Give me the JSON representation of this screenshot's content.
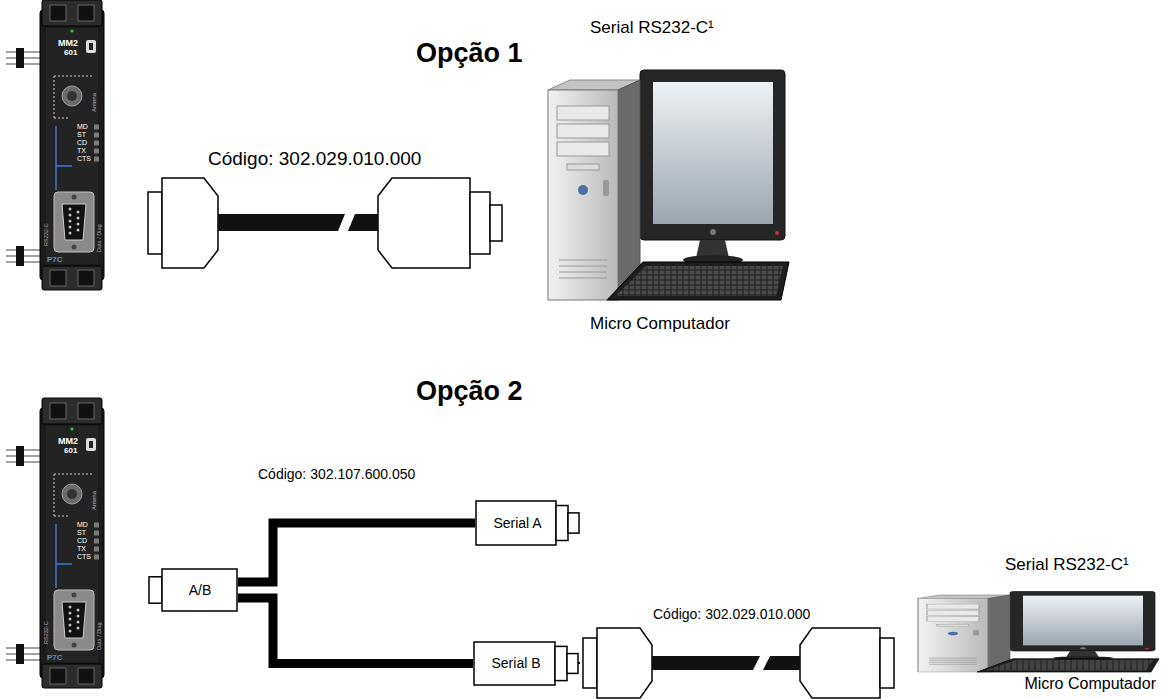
{
  "diagram": {
    "nodes": [
      {
        "text": [
          "A/B"
        ]
      },
      {
        "text": [
          "Serial A"
        ]
      },
      {
        "text": [
          "Serial B"
        ]
      }
    ],
    "edges": [
      {
        "from": 0,
        "to": 1,
        "arrow": "none"
      },
      {
        "from": 0,
        "to": 2,
        "arrow": "none"
      }
    ],
    "labels": [
      "Opção 1",
      "Código: 302.029.010.000",
      "Serial RS232-C¹",
      "Micro Computador",
      "Opção 2",
      "Código: 302.107.600.050",
      "Código: 302.029.010.000",
      "Serial RS232-C¹",
      "Micro Computador",
      "MM2",
      "601",
      "Antena",
      "MD",
      "ST",
      "CD",
      "TX",
      "CTS",
      "RS232-C",
      "Data / Diag",
      "P7C",
      "MM2",
      "601",
      "Antena",
      "MD",
      "ST",
      "CD",
      "TX",
      "CTS",
      "RS232-C",
      "Data / Diag",
      "P7C"
    ]
  }
}
